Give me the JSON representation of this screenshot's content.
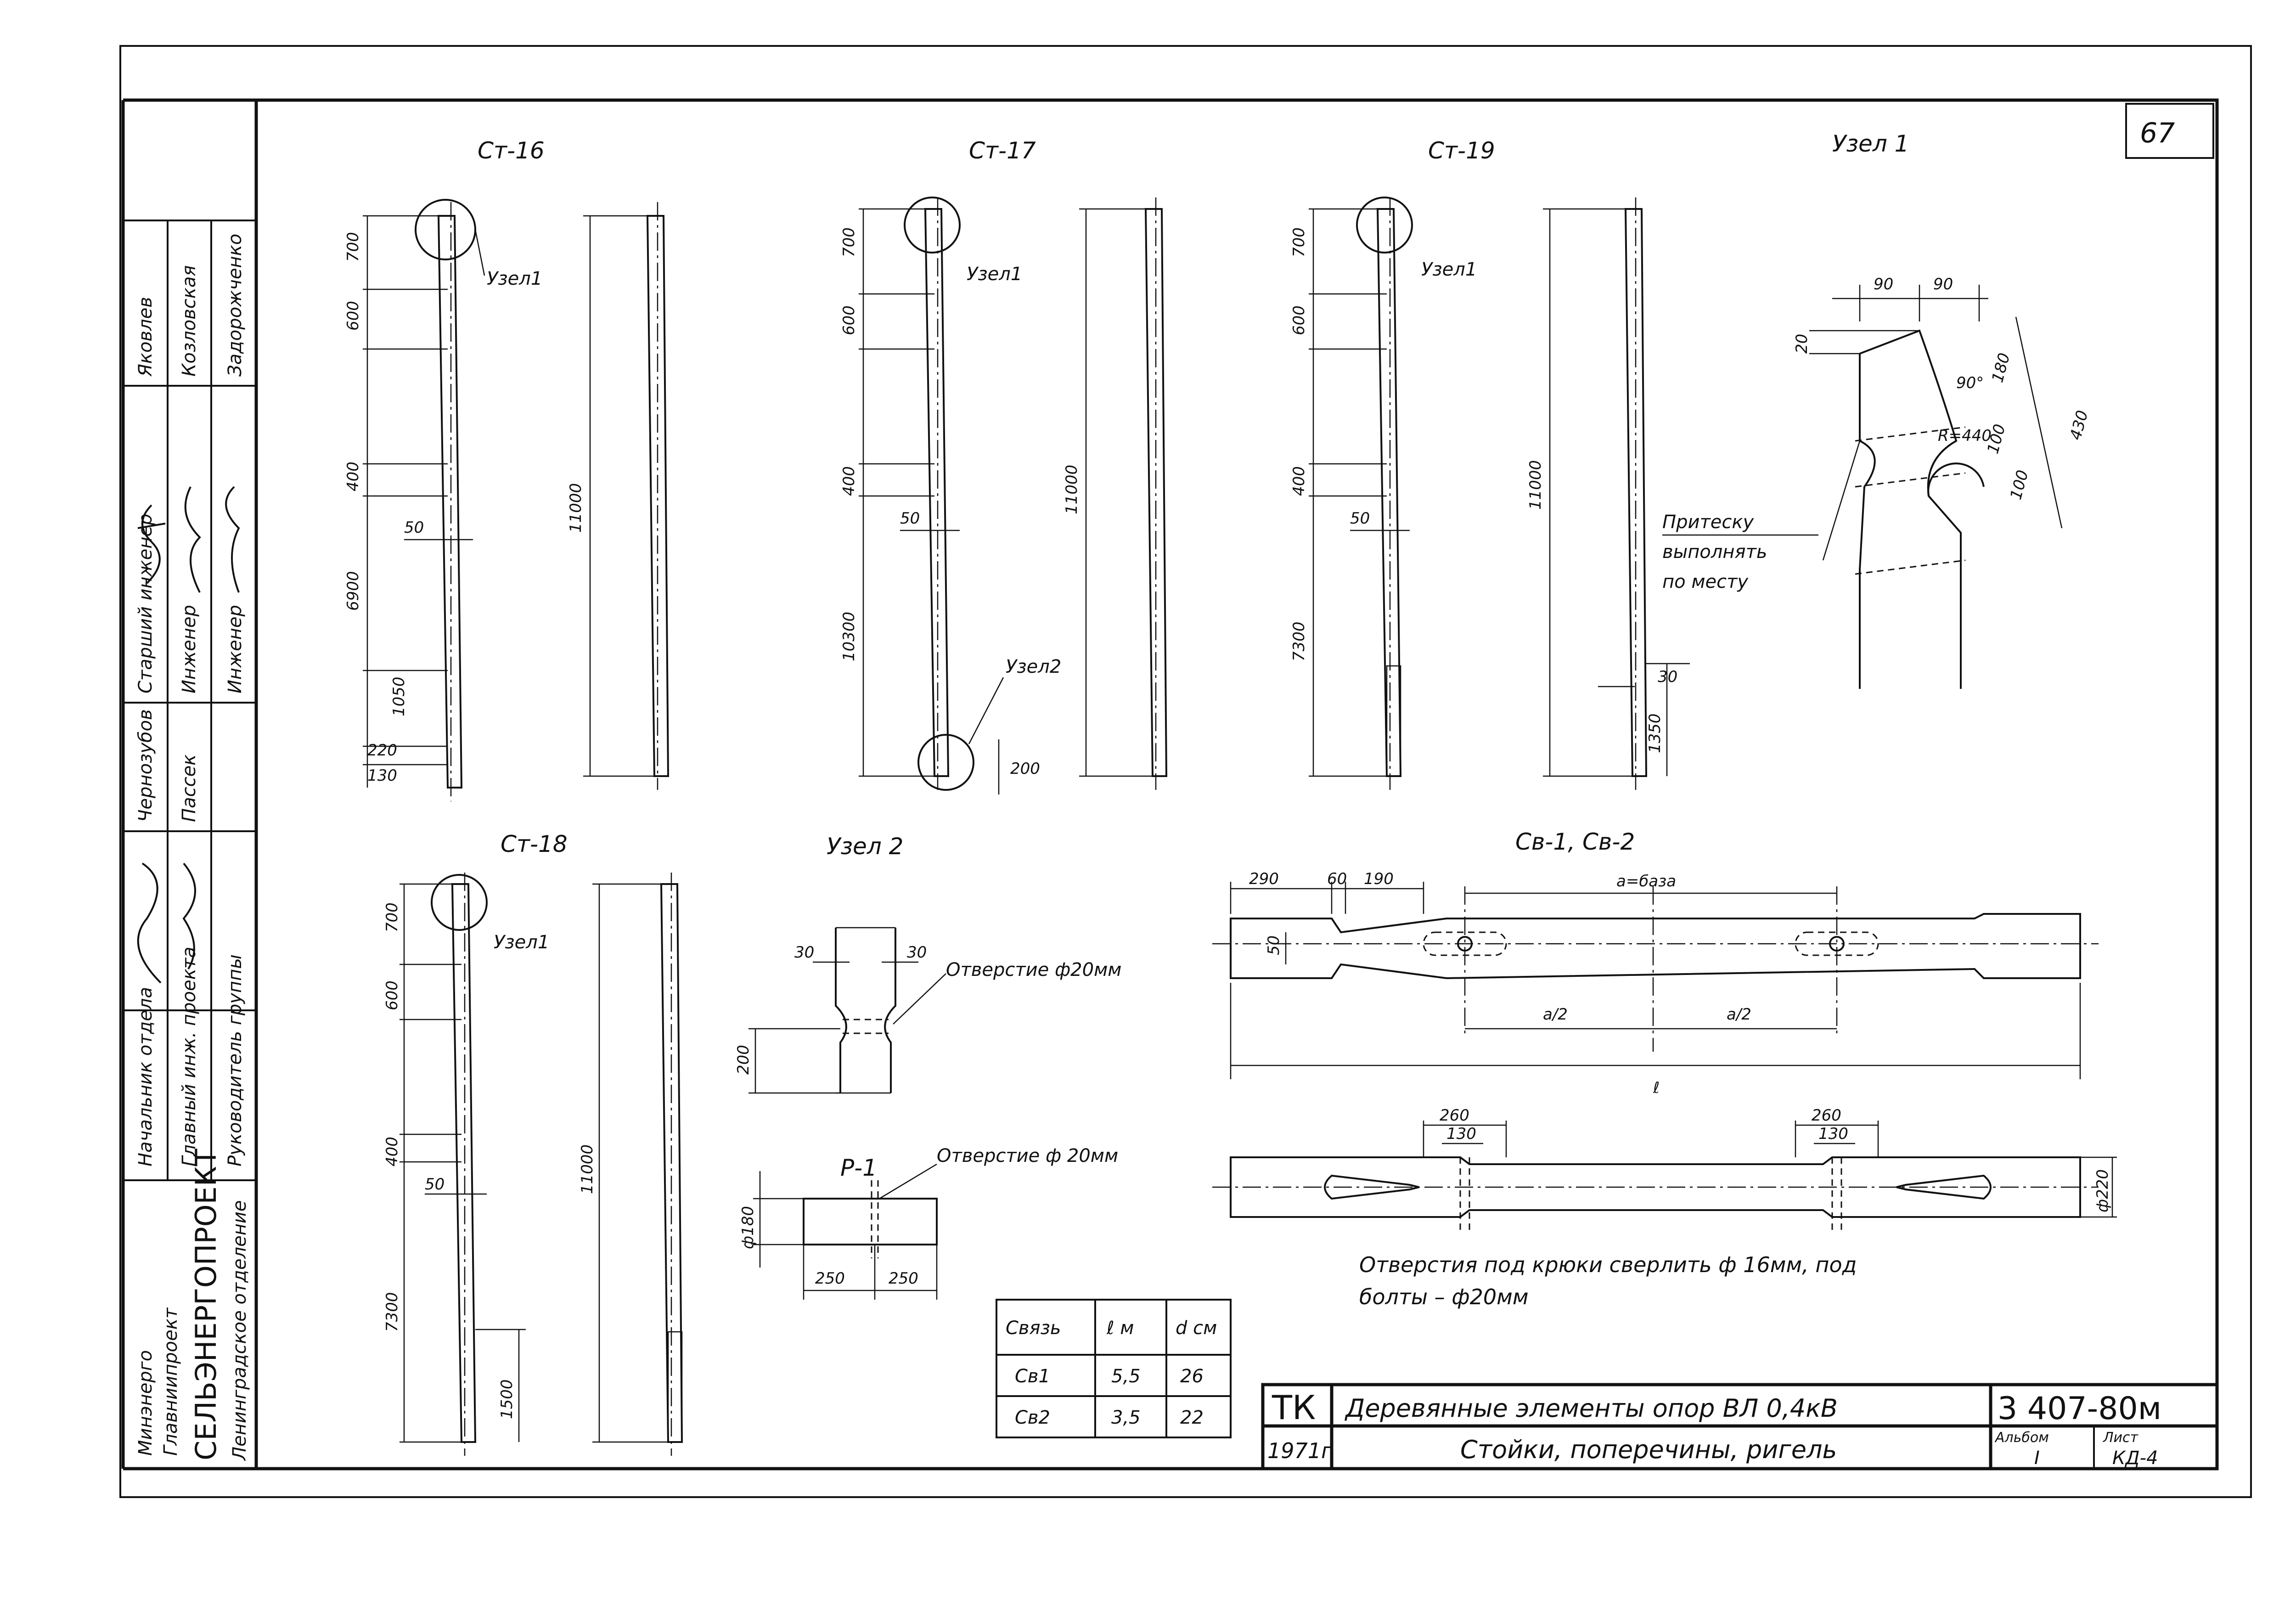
{
  "sheet": {
    "number": "67",
    "designation": "3 407-80м",
    "code": "ТК",
    "year": "1971г",
    "title_line1": "Деревянные элементы опор ВЛ 0,4кВ",
    "title_line2": "Стойки, поперечины, ригель",
    "album_label": "Альбом",
    "album_value": "I",
    "sheet_label": "Лист",
    "sheet_value": "КД-4"
  },
  "stamp": {
    "org1": "Минэнерго",
    "org2": "Главниипроект",
    "org3": "СЕЛЬЭНЕРГОПРОЕКТ",
    "org4": "Ленинградское отделение",
    "roles": [
      "Начальник отдела",
      "Главный инж. проекта",
      "Руководитель группы",
      "Старший инженер",
      "Инженер",
      "Инженер"
    ],
    "names": [
      "Чернозубов",
      "Пассек",
      "Яковлев",
      "Козловская",
      "Задорожченко"
    ]
  },
  "views": {
    "st16": {
      "label": "Ст-16",
      "dims": [
        "700",
        "600",
        "400",
        "50",
        "6900",
        "1050",
        "220",
        "130",
        "11000"
      ],
      "callout": "Узел1"
    },
    "st17": {
      "label": "Ст-17",
      "dims": [
        "700",
        "600",
        "400",
        "50",
        "10300",
        "200",
        "11000"
      ],
      "callout": "Узел1",
      "callout2": "Узел2"
    },
    "st19": {
      "label": "Ст-19",
      "dims": [
        "700",
        "600",
        "400",
        "50",
        "7300",
        "11000",
        "30",
        "1350"
      ],
      "callout": "Узел1"
    },
    "st18": {
      "label": "Ст-18",
      "dims": [
        "700",
        "600",
        "400",
        "50",
        "7300",
        "11000",
        "1500"
      ],
      "callout": "Узел1"
    },
    "node1": {
      "label": "Узел 1",
      "dims": [
        "90",
        "90",
        "20",
        "90°",
        "180",
        "430",
        "R=440",
        "100",
        "100"
      ],
      "note": [
        "Притеску",
        "выполнять",
        "по месту"
      ]
    },
    "node2": {
      "label": "Узел 2",
      "dims": [
        "30",
        "30",
        "200"
      ],
      "note": "Отверстие ф20мм"
    },
    "p1": {
      "label": "Р-1",
      "dims": [
        "ф180",
        "250",
        "250"
      ],
      "note": "Отверстие ф 20мм"
    },
    "sv": {
      "label": "Св-1, Св-2",
      "dims": [
        "290",
        "60",
        "190",
        "a=база",
        "50",
        "a/2",
        "a/2",
        "ℓ",
        "260",
        "130",
        "260",
        "130",
        "ф220"
      ]
    },
    "note_holes": [
      "Отверстия под крюки сверлить ф 16мм, под",
      "болты – ф20мм"
    ]
  },
  "table": {
    "headers": [
      "Связь",
      "ℓ м",
      "d см"
    ],
    "rows": [
      [
        "Св1",
        "5,5",
        "26"
      ],
      [
        "Св2",
        "3,5",
        "22"
      ]
    ]
  }
}
